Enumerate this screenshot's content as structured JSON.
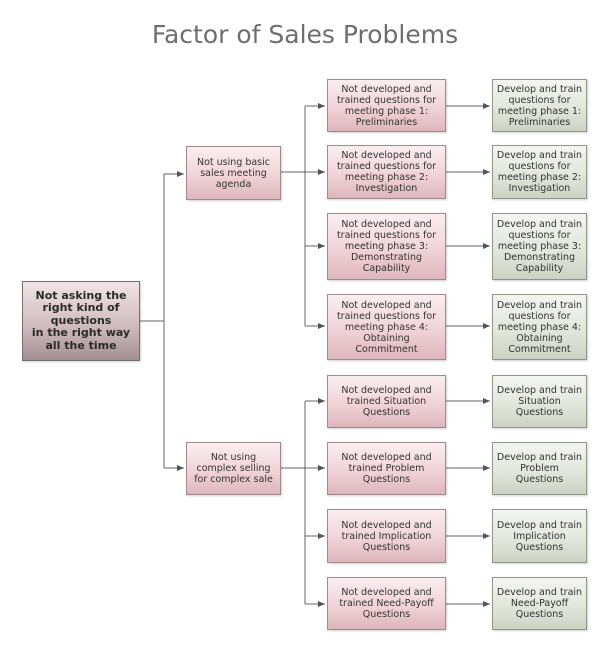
{
  "title": "Factor of Sales Problems",
  "root": "Not asking the\nright kind of\nquestions\nin the right way\nall the time",
  "branches": [
    {
      "label": "Not using basic\nsales meeting\nagenda",
      "children": [
        {
          "cause": "Not developed and\ntrained questions for\nmeeting phase 1:\nPreliminaries",
          "solution": "Develop and train\nquestions for\nmeeting phase 1:\nPreliminaries"
        },
        {
          "cause": "Not developed and\ntrained questions for\nmeeting phase 2:\nInvestigation",
          "solution": "Develop and train\nquestions for\nmeeting phase 2:\nInvestigation"
        },
        {
          "cause": "Not developed and\ntrained questions for\nmeeting phase 3:\nDemonstrating\nCapability",
          "solution": "Develop and train\nquestions for\nmeeting phase 3:\nDemonstrating\nCapability"
        },
        {
          "cause": "Not developed and\ntrained questions for\nmeeting phase 4:\nObtaining Commitment",
          "solution": "Develop and train\nquestions for\nmeeting phase 4:\nObtaining\nCommitment"
        }
      ]
    },
    {
      "label": "Not using\ncomplex selling\nfor complex sale",
      "children": [
        {
          "cause": "Not developed and\ntrained Situation\nQuestions",
          "solution": "Develop and train\nSituation Questions"
        },
        {
          "cause": "Not developed and\ntrained Problem\nQuestions",
          "solution": "Develop and train\nProblem Questions"
        },
        {
          "cause": "Not developed and\ntrained Implication\nQuestions",
          "solution": "Develop and train\nImplication\nQuestions"
        },
        {
          "cause": "Not developed and\ntrained Need-Payoff\nQuestions",
          "solution": "Develop and train\nNeed-Payoff\nQuestions"
        }
      ]
    }
  ]
}
